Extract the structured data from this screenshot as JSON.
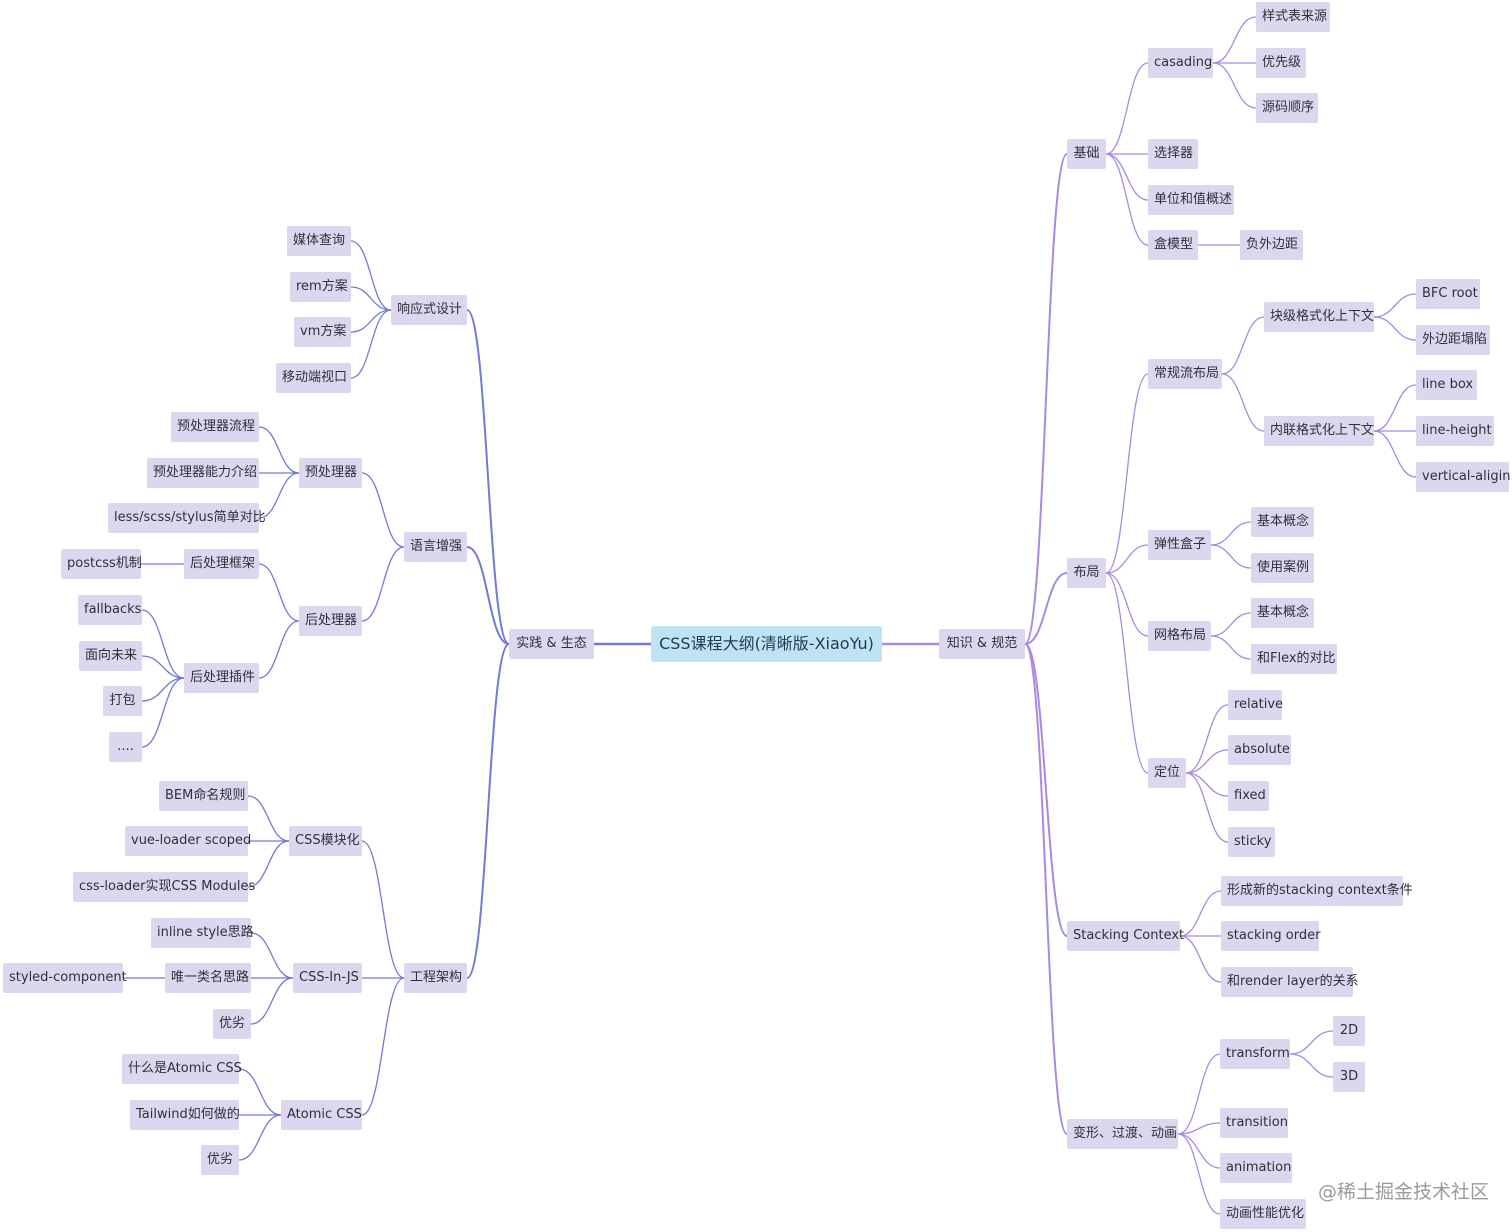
{
  "root": "CSS课程大纲(清晰版-XiaoYu)",
  "left": {
    "label": "实践 & 生态",
    "responsive": {
      "label": "响应式设计",
      "items": [
        "媒体查询",
        "rem方案",
        "vm方案",
        "移动端视口"
      ]
    },
    "lang": {
      "label": "语言增强",
      "pre": {
        "label": "预处理器",
        "items": [
          "预处理器流程",
          "预处理器能力介绍",
          "less/scss/stylus简单对比"
        ]
      },
      "post": {
        "label": "后处理器",
        "framework": {
          "label": "后处理框架",
          "child": "postcss机制"
        },
        "plugin": {
          "label": "后处理插件",
          "items": [
            "fallbacks",
            "面向未来",
            "打包",
            "...."
          ]
        }
      }
    },
    "eng": {
      "label": "工程架构",
      "mod": {
        "label": "CSS模块化",
        "items": [
          "BEM命名规则",
          "vue-loader scoped",
          "css-loader实现CSS Modules"
        ]
      },
      "cij": {
        "label": "CSS-In-JS",
        "items": [
          "inline style思路",
          "唯一类名思路",
          "优劣"
        ],
        "uniq_child": "styled-component"
      },
      "atomic": {
        "label": "Atomic CSS",
        "items": [
          "什么是Atomic CSS",
          "Tailwind如何做的",
          "优劣"
        ]
      }
    }
  },
  "right": {
    "label": "知识 & 规范",
    "basic": {
      "label": "基础",
      "cascading": {
        "label": "casading",
        "items": [
          "样式表来源",
          "优先级",
          "源码顺序"
        ]
      },
      "selector": "选择器",
      "units": "单位和值概述",
      "box": {
        "label": "盒模型",
        "child": "负外边距"
      }
    },
    "layout": {
      "label": "布局",
      "normal": {
        "label": "常规流布局",
        "block": {
          "label": "块级格式化上下文",
          "items": [
            "BFC root",
            "外边距塌陷"
          ]
        },
        "inline": {
          "label": "内联格式化上下文",
          "items": [
            "line box",
            "line-height",
            "vertical-aligin"
          ]
        }
      },
      "flex": {
        "label": "弹性盒子",
        "items": [
          "基本概念",
          "使用案例"
        ]
      },
      "grid": {
        "label": "网格布局",
        "items": [
          "基本概念",
          "和Flex的对比"
        ]
      },
      "position": {
        "label": "定位",
        "items": [
          "relative",
          "absolute",
          "fixed",
          "sticky"
        ]
      }
    },
    "stacking": {
      "label": "Stacking Context",
      "items": [
        "形成新的stacking context条件",
        "stacking order",
        "和render layer的关系"
      ]
    },
    "anim": {
      "label": "变形、过渡、动画",
      "transform": {
        "label": "transform",
        "items": [
          "2D",
          "3D"
        ]
      },
      "others": [
        "transition",
        "animation",
        "动画性能优化"
      ]
    }
  },
  "watermark": "@稀土掘金技术社区",
  "colors": {
    "node_bg": "#dcd7ee",
    "root_bg": "#bfe3f2",
    "link_left": "#7379d6",
    "link_right": "#a98ae0"
  }
}
